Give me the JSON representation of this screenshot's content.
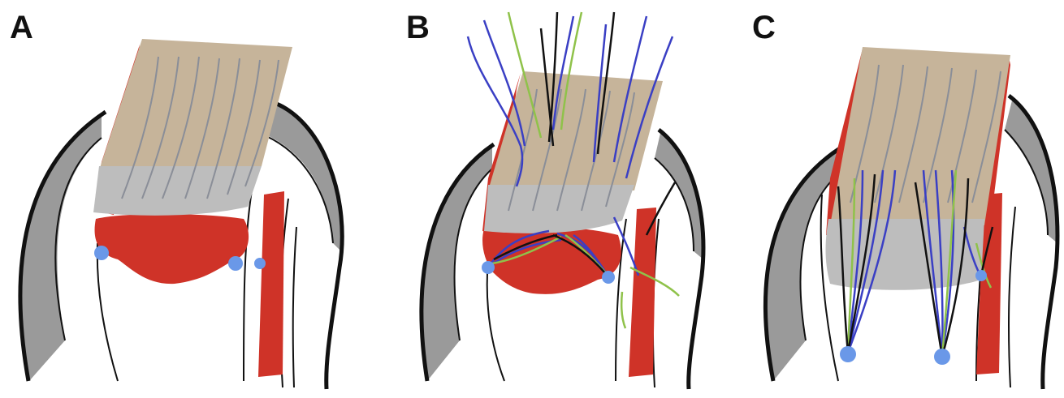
{
  "panels": [
    {
      "label": "A"
    },
    {
      "label": "B"
    },
    {
      "label": "C"
    }
  ],
  "colors": {
    "muscle_red": "#cf3328",
    "tissue_tan": "#c6b49a",
    "tissue_gray": "#bdbdbd",
    "arch_gray": "#999999",
    "outline": "#111111",
    "suture_blue": "#3a3fc4",
    "suture_green": "#8fc24a",
    "anchor_blue": "#6a98e8"
  }
}
